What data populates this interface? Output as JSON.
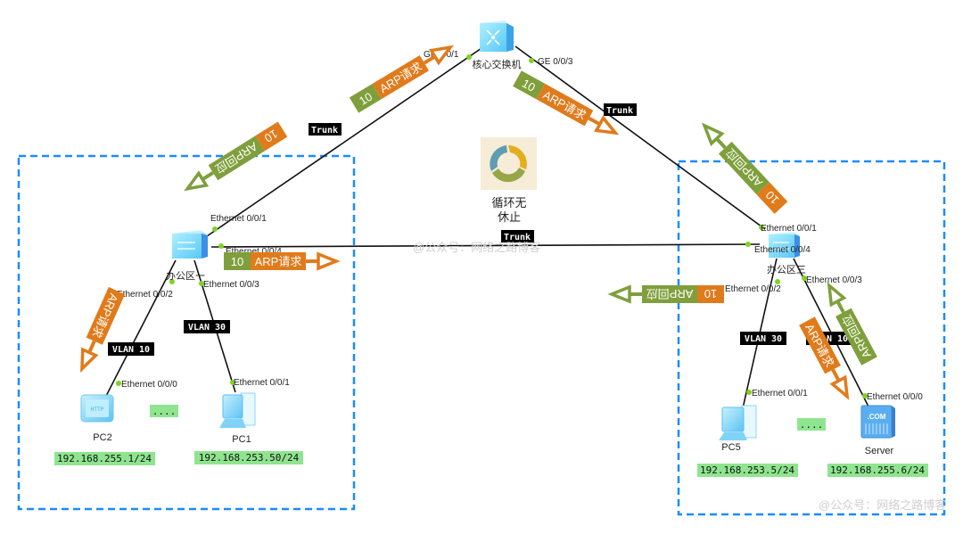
{
  "colors": {
    "link": "#111111",
    "port_dot": "#7ed321",
    "zone_border": "#1a8cff",
    "arp_request": "#e07b1b",
    "arp_reply": "#7f9f3c",
    "vlan_badge": "#7f9f3c",
    "ip_badge": "#8fe58f"
  },
  "devices": {
    "core": {
      "label": "核心交换机",
      "icon": "core-switch-icon",
      "ports": {
        "left": "GE 0/0/1",
        "right": "GE 0/0/3"
      }
    },
    "sw1": {
      "label": "办公区一",
      "icon": "access-switch-icon",
      "ports": {
        "up": "Ethernet 0/0/1",
        "right": "Ethernet 0/0/4",
        "down_left": "Ethernet 0/0/2",
        "down_right": "Ethernet 0/0/3"
      }
    },
    "sw3": {
      "label": "办公区三",
      "icon": "access-switch-icon",
      "ports": {
        "up": "Ethernet 0/0/1",
        "left": "Ethernet 0/0/4",
        "down_left": "Ethernet 0/0/2",
        "down_right": "Ethernet 0/0/3"
      }
    },
    "pc2": {
      "label": "PC2",
      "icon": "http-client-icon",
      "port": "Ethernet 0/0/0",
      "ip": "192.168.255.1/24",
      "screen_text": "HTTP"
    },
    "pc1": {
      "label": "PC1",
      "icon": "pc-icon",
      "port": "Ethernet 0/0/1",
      "ip": "192.168.253.50/24"
    },
    "pc5": {
      "label": "PC5",
      "icon": "pc-icon",
      "port": "Ethernet 0/0/1",
      "ip": "192.168.253.5/24"
    },
    "server": {
      "label": "Server",
      "icon": "server-icon",
      "port": "Ethernet 0/0/0",
      "ip": "192.168.255.6/24",
      "screen_text": ".COM"
    }
  },
  "link_tags": {
    "core_sw1": "Trunk",
    "core_sw3": "Trunk",
    "sw1_sw3": "Trunk",
    "sw1_pc2": "VLAN 10",
    "sw1_pc1": "VLAN 30",
    "sw3_pc5": "VLAN 30",
    "sw3_server": "VLAN 10"
  },
  "ellipsis": "....",
  "loop": {
    "icon": "loop-cycle-icon",
    "line1": "循环无",
    "line2": "休止"
  },
  "arrows": [
    {
      "id": "req-sw1-core",
      "text": "ARP请求",
      "vlan": "10",
      "type": "request"
    },
    {
      "id": "req-core-sw3",
      "text": "ARP请求",
      "vlan": "10",
      "type": "request"
    },
    {
      "id": "reply-sw1-out",
      "text": "ARP回应",
      "vlan": "10",
      "type": "reply"
    },
    {
      "id": "reply-sw3-out",
      "text": "ARP回应",
      "vlan": "10",
      "type": "reply"
    },
    {
      "id": "req-sw1-sw3",
      "text": "ARP请求",
      "vlan": "10",
      "type": "request"
    },
    {
      "id": "req-sw1-pc2",
      "text": "ARP请求",
      "vlan": "",
      "type": "request"
    },
    {
      "id": "reply-sw3-left",
      "text": "ARP回应",
      "vlan": "10",
      "type": "reply"
    },
    {
      "id": "req-sw3-server",
      "text": "ARP请求",
      "vlan": "",
      "type": "request"
    },
    {
      "id": "reply-server-sw3",
      "text": "ARP回应",
      "vlan": "",
      "type": "reply"
    }
  ],
  "watermarks": [
    "@公众号：网络之路博客",
    "@公众号：网络之路博客"
  ]
}
